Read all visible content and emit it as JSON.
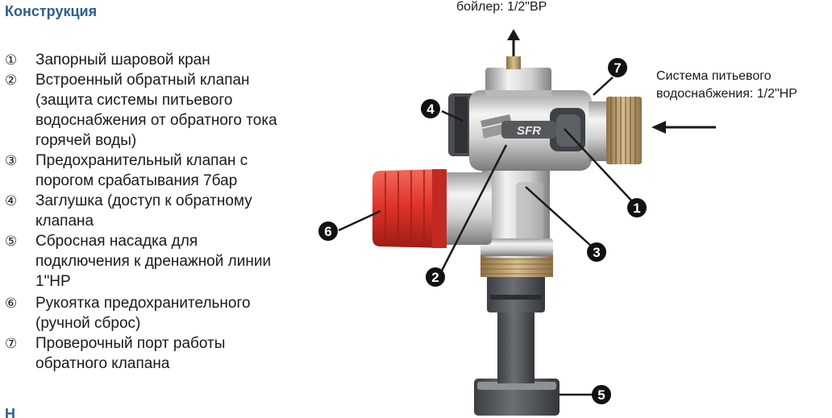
{
  "title": "Конструкция",
  "bottom_mark": "Н",
  "legend": [
    {
      "marker": "①",
      "text": "Запорный шаровой кран"
    },
    {
      "marker": "②",
      "text": "Встроенный обратный клапан (защита системы питьевого водоснабжения от обратного тока горячей воды)"
    },
    {
      "marker": "③",
      "text": "Предохранительный клапан с порогом срабатывания 7бар"
    },
    {
      "marker": "④",
      "text": "Заглушка (доступ к обратному клапана"
    },
    {
      "marker": "⑤",
      "text": "Сбросная насадка для подключения к дренажной линии 1\"НР"
    },
    {
      "marker": "⑥",
      "text": "Рукоятка предохранительного (ручной сброс)"
    },
    {
      "marker": "⑦",
      "text": "Проверочный порт работы обратного клапана"
    }
  ],
  "labels": {
    "boiler": "бойлер: 1/2\"ВР",
    "water_system_line1": "Система питьевого",
    "water_system_line2": "водоснабжения: 1/2\"НР"
  },
  "valve_brand": "SFR",
  "callouts": [
    "1",
    "2",
    "3",
    "4",
    "5",
    "6",
    "7"
  ],
  "colors": {
    "title": "#2e5f8f",
    "handle_red": "#e0342a",
    "chrome": "#d8d8d8",
    "brass": "#b89a6a",
    "drain_gray": "#55585c"
  }
}
